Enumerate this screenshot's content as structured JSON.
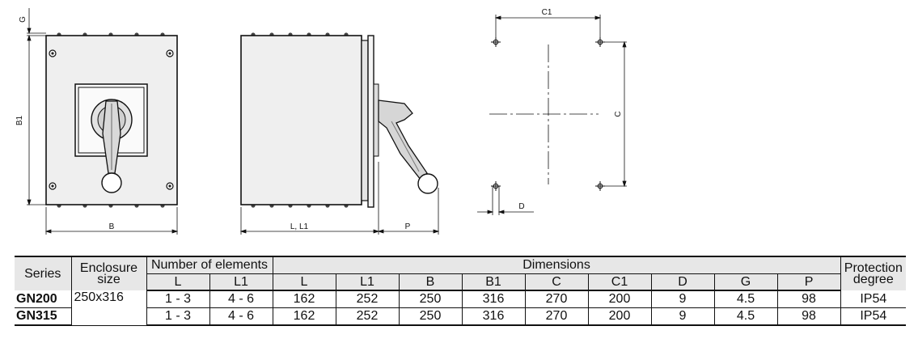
{
  "drawing": {
    "labels": {
      "g": "G",
      "b1": "B1",
      "b": "B",
      "l_l1": "L, L1",
      "p": "P",
      "c1": "C1",
      "c": "C",
      "d": "D"
    }
  },
  "table": {
    "header": {
      "series": "Series",
      "enclosure_size": "Enclosure size",
      "number_of_elements": "Number of elements",
      "dimensions": "Dimensions",
      "protection_degree": "Protection degree",
      "elements_sub": [
        "L",
        "L1"
      ],
      "dimension_cols": [
        "L",
        "L1",
        "B",
        "B1",
        "C",
        "C1",
        "D",
        "G",
        "P"
      ]
    },
    "enclosure_value": "250x316",
    "rows": [
      {
        "series": "GN200",
        "elements": [
          "1 - 3",
          "4 - 6"
        ],
        "dims": [
          "162",
          "252",
          "250",
          "316",
          "270",
          "200",
          "9",
          "4.5",
          "98"
        ],
        "protection": "IP54"
      },
      {
        "series": "GN315",
        "elements": [
          "1 - 3",
          "4 - 6"
        ],
        "dims": [
          "162",
          "252",
          "250",
          "316",
          "270",
          "200",
          "9",
          "4.5",
          "98"
        ],
        "protection": "IP54"
      }
    ]
  }
}
